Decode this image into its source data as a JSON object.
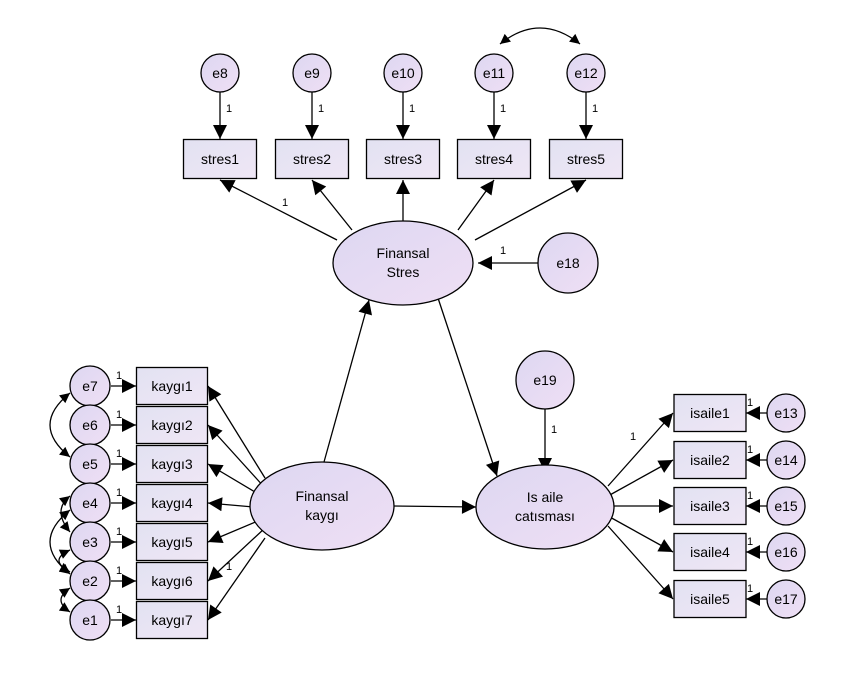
{
  "latents": {
    "finansal_stres": [
      "Finansal",
      "Stres"
    ],
    "finansal_kaygi": [
      "Finansal",
      "kaygı"
    ],
    "is_aile": [
      "Is aile",
      "catısması"
    ]
  },
  "stres_items": [
    "stres1",
    "stres2",
    "stres3",
    "stres4",
    "stres5"
  ],
  "stres_errors": [
    "e8",
    "e9",
    "e10",
    "e11",
    "e12"
  ],
  "kaygi_items": [
    "kaygı1",
    "kaygı2",
    "kaygı3",
    "kaygı4",
    "kaygı5",
    "kaygı6",
    "kaygı7"
  ],
  "kaygi_errors": [
    "e7",
    "e6",
    "e5",
    "e4",
    "e3",
    "e2",
    "e1"
  ],
  "isaile_items": [
    "isaile1",
    "isaile2",
    "isaile3",
    "isaile4",
    "isaile5"
  ],
  "isaile_errors": [
    "e13",
    "e14",
    "e15",
    "e16",
    "e17"
  ],
  "disturbances": {
    "stres": "e18",
    "is_aile": "e19"
  },
  "fixed_loading": "1",
  "colors": {
    "latent_fill": "#e8dcf0",
    "observed_fill": "#e6e6f4",
    "stroke": "#000000"
  }
}
